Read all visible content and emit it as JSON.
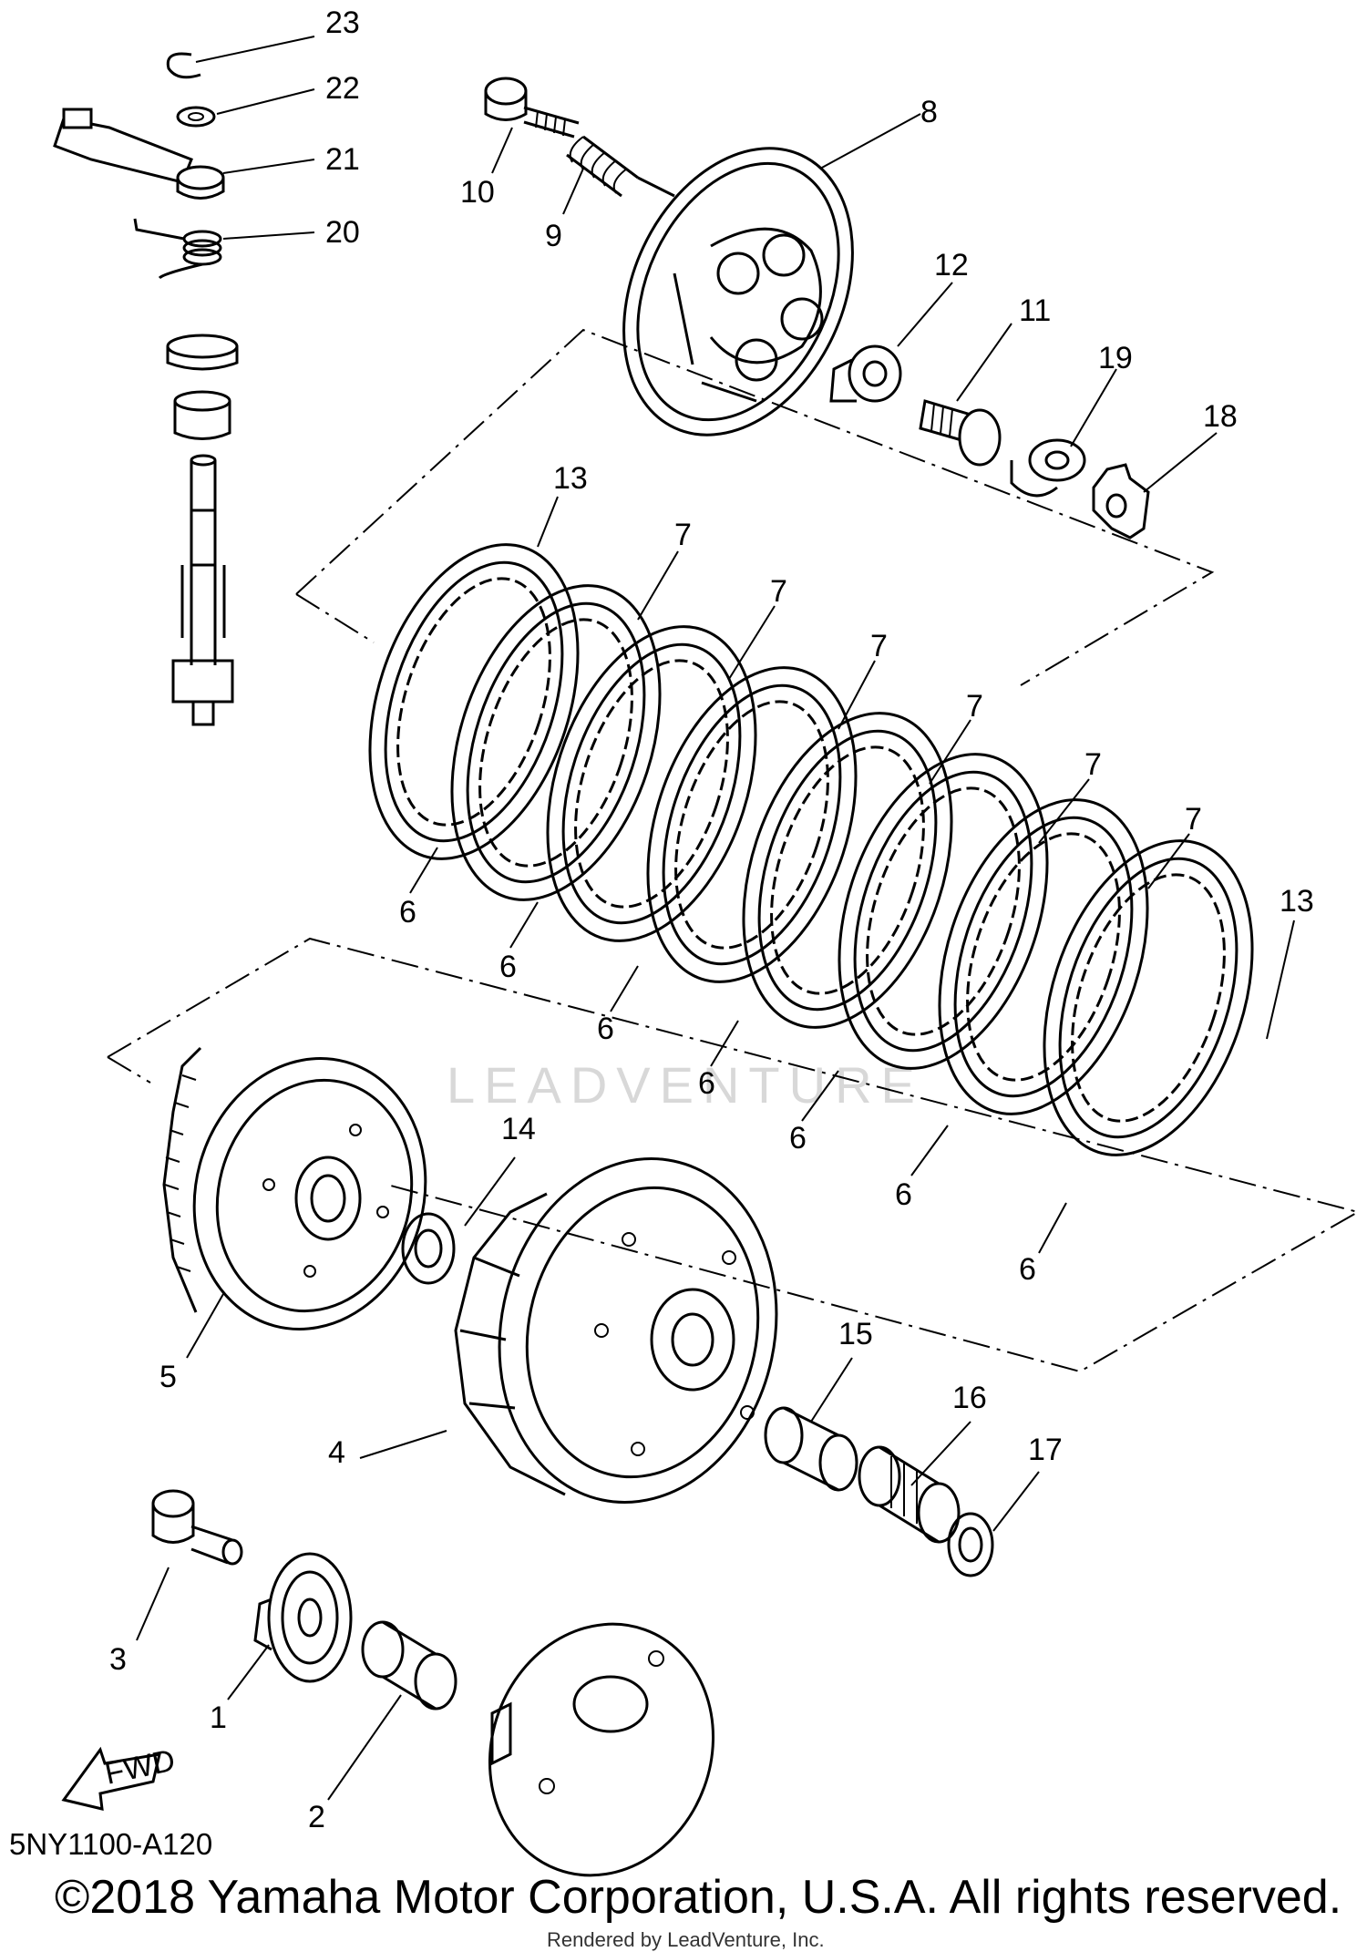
{
  "diagram": {
    "diagram_code": "5NY1100-A120",
    "copyright": "©2018 Yamaha Motor Corporation, U.S.A. All rights reserved.",
    "rendered_by": "Rendered by LeadVenture, Inc.",
    "watermark": "LEADVENTURE",
    "fwd_label": "FWD",
    "callouts": {
      "c1": "1",
      "c2": "2",
      "c3": "3",
      "c4": "4",
      "c5": "5",
      "c6a": "6",
      "c6b": "6",
      "c6c": "6",
      "c6d": "6",
      "c6e": "6",
      "c6f": "6",
      "c6g": "6",
      "c7a": "7",
      "c7b": "7",
      "c7c": "7",
      "c7d": "7",
      "c7e": "7",
      "c7f": "7",
      "c8": "8",
      "c9": "9",
      "c10": "10",
      "c11": "11",
      "c12": "12",
      "c13a": "13",
      "c13b": "13",
      "c14": "14",
      "c15": "15",
      "c16": "16",
      "c17": "17",
      "c18": "18",
      "c19": "19",
      "c20": "20",
      "c21": "21",
      "c22": "22",
      "c23": "23"
    }
  }
}
